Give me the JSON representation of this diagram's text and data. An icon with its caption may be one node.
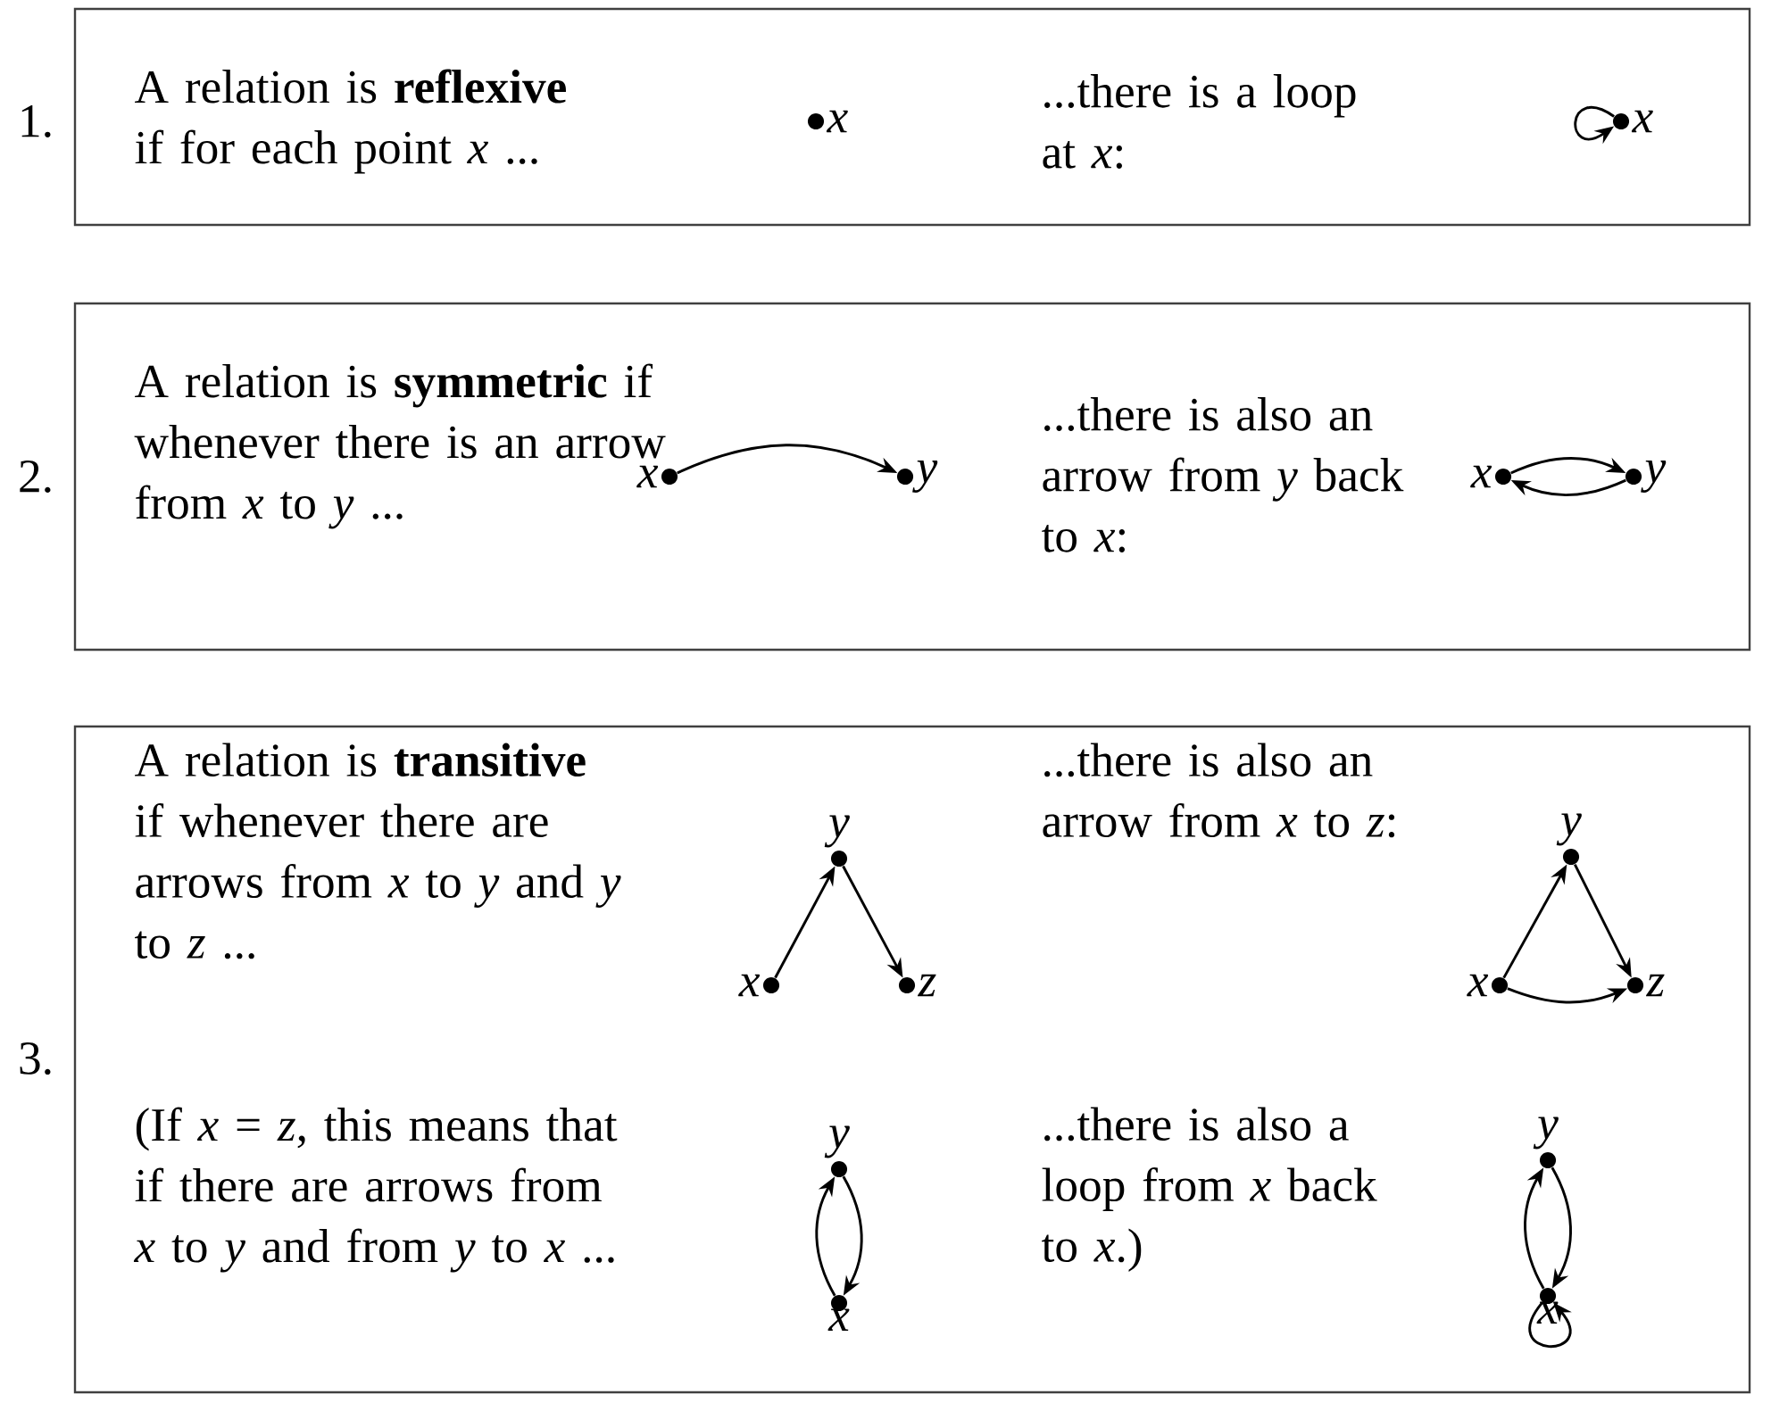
{
  "diagram": {
    "nodes": [
      {
        "text": [
          "A relation is **reflexive** if for each point *x* ...",
          "...there is a loop at *x*:"
        ],
        "beside": [
          "1."
        ]
      },
      {
        "text": [
          "x"
        ],
        "in": 0
      },
      {
        "text": [
          "x"
        ],
        "in": 0
      },
      {
        "text": [
          "A relation is **symmetric** if whenever there is an arrow from *x* to *y* ...",
          "...there is also an arrow from *y* back to *x*:"
        ],
        "beside": [
          "2."
        ]
      },
      {
        "text": [
          "x"
        ],
        "in": 3
      },
      {
        "text": [
          "y"
        ],
        "in": 3
      },
      {
        "text": [
          "x"
        ],
        "in": 3
      },
      {
        "text": [
          "y"
        ],
        "in": 3
      },
      {
        "text": [
          "A relation is **transitive** if whenever there are arrows from *x* to *y* and *y* to *z* ...",
          "...there is also an arrow from *x* to *z*:",
          "(If *x* = *z*, this means that if there are arrows from *x* to *y* and from *y* to *x* ...",
          "...there is also a loop from *x* back to *x*.)"
        ],
        "beside": [
          "3."
        ]
      },
      {
        "text": [
          "y"
        ],
        "in": 8
      },
      {
        "text": [
          "x"
        ],
        "in": 8
      },
      {
        "text": [
          "z"
        ],
        "in": 8
      },
      {
        "text": [
          "y"
        ],
        "in": 8
      },
      {
        "text": [
          "x"
        ],
        "in": 8
      },
      {
        "text": [
          "z"
        ],
        "in": 8
      },
      {
        "text": [
          "y"
        ],
        "in": 8
      },
      {
        "text": [
          "x"
        ],
        "in": 8
      },
      {
        "text": [
          "y"
        ],
        "in": 8
      },
      {
        "text": [
          "x"
        ],
        "in": 8
      }
    ],
    "edges": [
      {
        "from": 2,
        "to": 2,
        "arrow": "to"
      },
      {
        "from": 4,
        "to": 5,
        "arrow": "to"
      },
      {
        "from": 6,
        "to": 7,
        "arrow": "to"
      },
      {
        "from": 7,
        "to": 6,
        "arrow": "to"
      },
      {
        "from": 10,
        "to": 9,
        "arrow": "to"
      },
      {
        "from": 9,
        "to": 11,
        "arrow": "to"
      },
      {
        "from": 13,
        "to": 12,
        "arrow": "to"
      },
      {
        "from": 12,
        "to": 14,
        "arrow": "to"
      },
      {
        "from": 13,
        "to": 14,
        "arrow": "to"
      },
      {
        "from": 16,
        "to": 15,
        "arrow": "to"
      },
      {
        "from": 15,
        "to": 16,
        "arrow": "to"
      },
      {
        "from": 18,
        "to": 17,
        "arrow": "to"
      },
      {
        "from": 17,
        "to": 18,
        "arrow": "to"
      },
      {
        "from": 18,
        "to": 18,
        "arrow": "to"
      }
    ]
  }
}
